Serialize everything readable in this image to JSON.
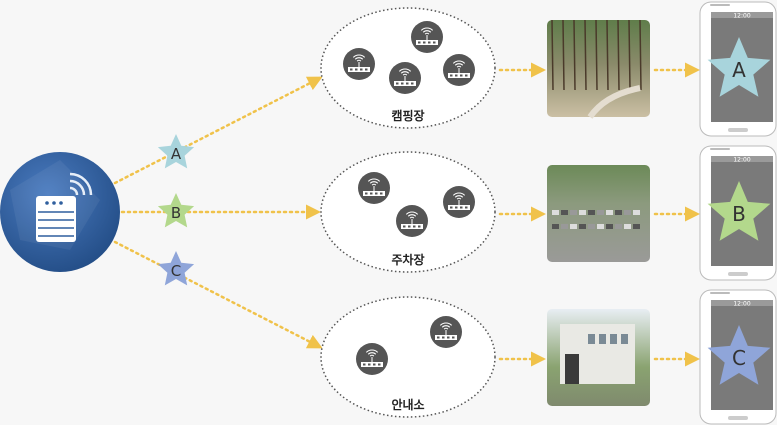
{
  "server": {
    "icon": "server-wifi-icon"
  },
  "channels": [
    {
      "label": "A",
      "color": "#a8d4dc",
      "zone": "캠핑장",
      "routers": 4,
      "photo": "campsite-photo"
    },
    {
      "label": "B",
      "color": "#b3d88c",
      "zone": "주차장",
      "routers": 3,
      "photo": "parking-lot-photo"
    },
    {
      "label": "C",
      "color": "#8fa5d9",
      "zone": "안내소",
      "routers": 2,
      "photo": "information-center-photo"
    }
  ],
  "phone": {
    "time": "12:00"
  },
  "colors": {
    "arrow": "#f0c24a",
    "server": "#2f5f9e",
    "router": "#555555",
    "screen": "#7a7a7a"
  }
}
